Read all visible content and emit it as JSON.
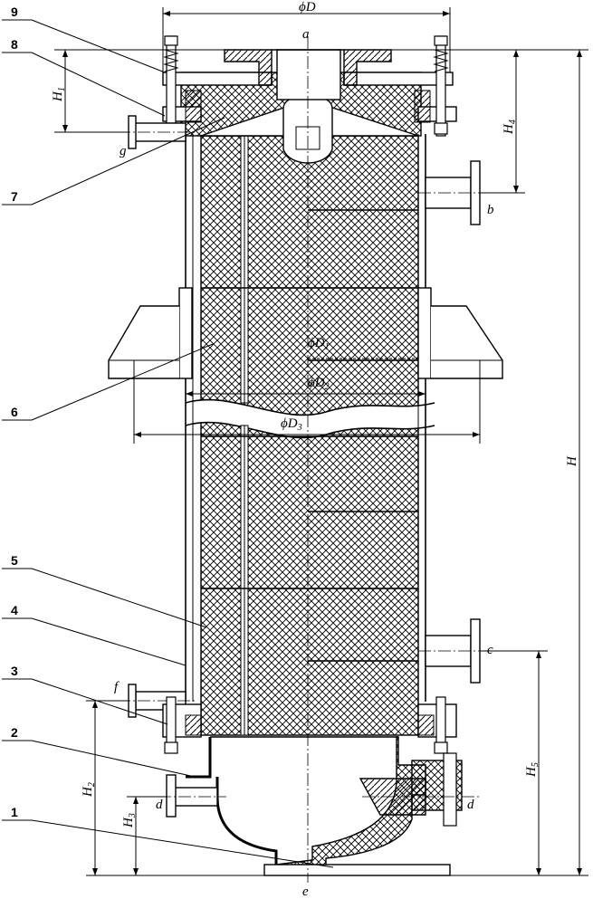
{
  "drawing": {
    "dimensions": {
      "diameter_D": "ϕD",
      "diameter_D1_main": "ϕD",
      "diameter_D1_sub": "1",
      "diameter_D2_main": "ϕD",
      "diameter_D2_sub": "2",
      "diameter_D3_main": "ϕD",
      "diameter_D3_sub": "3",
      "height_H": "H",
      "height_H1_main": "H",
      "height_H1_sub": "1",
      "height_H2_main": "H",
      "height_H2_sub": "2",
      "height_H3_main": "H",
      "height_H3_sub": "3",
      "height_H4_main": "H",
      "height_H4_sub": "4",
      "height_H5_main": "H",
      "height_H5_sub": "5"
    },
    "nozzles": {
      "a": "a",
      "b": "b",
      "c": "c",
      "d_left": "d",
      "d_right": "d",
      "e": "e",
      "f": "f",
      "g": "g"
    },
    "parts": [
      "1",
      "2",
      "3",
      "4",
      "5",
      "6",
      "7",
      "8",
      "9"
    ]
  }
}
